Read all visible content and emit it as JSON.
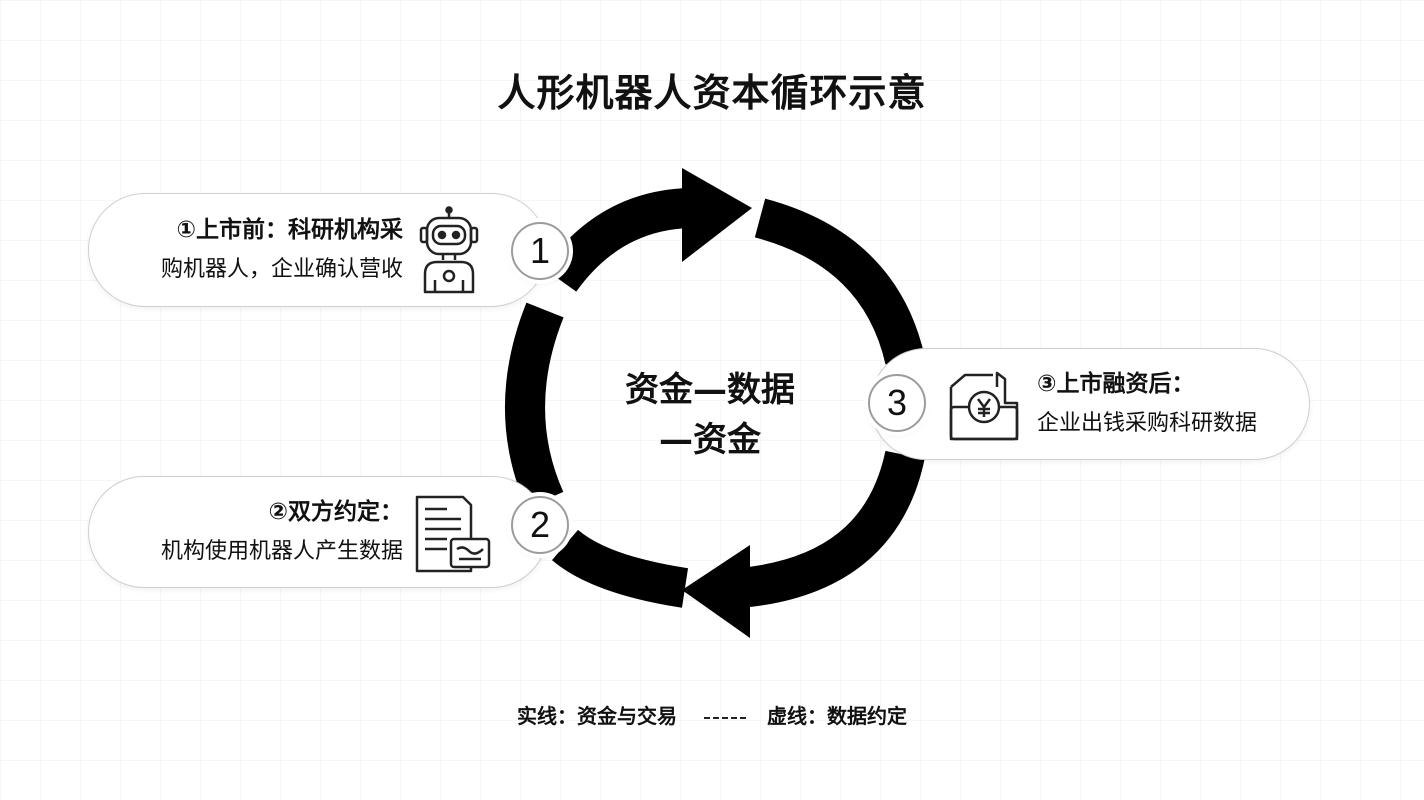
{
  "title": "人形机器人资本循环示意",
  "center": {
    "line1": "资金—数据",
    "line2": "—资金"
  },
  "steps": [
    {
      "number": "1",
      "head": "①上市前：科研机构采",
      "body": "购机器人，企业确认营收",
      "icon": "robot-icon"
    },
    {
      "number": "2",
      "head": "②双方约定：",
      "body": "机构使用机器人产生数据",
      "icon": "contract-document-icon"
    },
    {
      "number": "3",
      "head": "③上市融资后：",
      "body": "企业出钱采购科研数据",
      "icon": "yuan-money-box-icon"
    }
  ],
  "legend": {
    "solid": "实线：资金与交易",
    "dashed": "虚线：数据约定"
  },
  "colors": {
    "arrow": "#000000",
    "pill_border": "#cfcfcf",
    "circle_border": "#9c9c9c"
  }
}
